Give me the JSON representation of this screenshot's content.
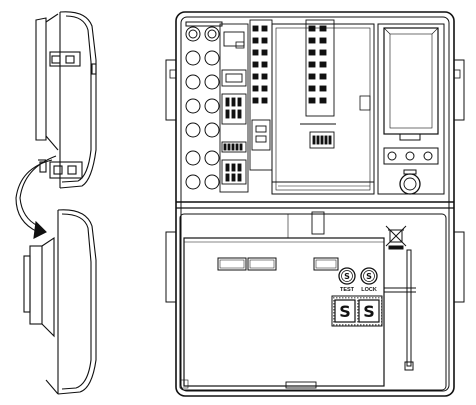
{
  "figure": {
    "diagram": "enclosure opening illustration"
  },
  "panel_buttons": {
    "test_label": "TEST",
    "lock_label": "LOCK",
    "test_symbol": "S",
    "lock_symbol": "S",
    "switch_left_symbol": "S",
    "switch_right_symbol": "S"
  },
  "icons": {
    "disposal": "crossed-out-bin-icon",
    "arrow": "rotation-arrow-icon"
  },
  "colors": {
    "line": "#111111",
    "paper": "#ffffff",
    "shade": "#8a8a8a"
  }
}
